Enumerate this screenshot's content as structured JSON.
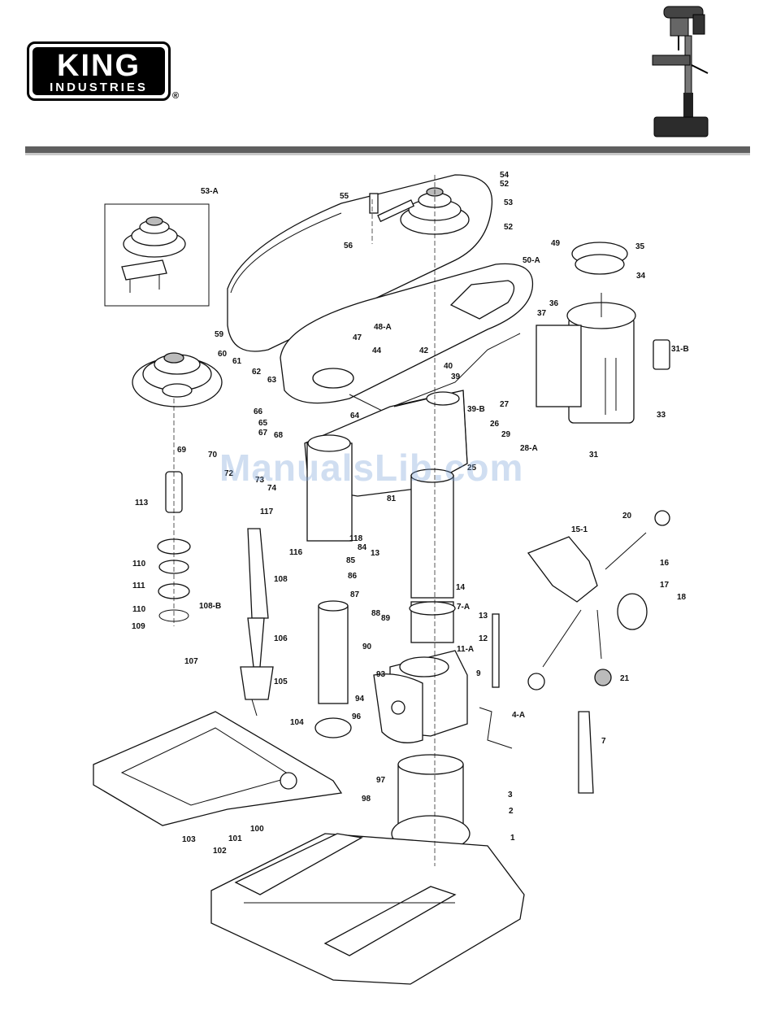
{
  "brand": {
    "name": "KING",
    "sub": "INDUSTRIES",
    "registered": "®"
  },
  "watermark": "ManualsLib.com",
  "callouts": [
    {
      "id": "c53a",
      "text": "53-A"
    },
    {
      "id": "c55",
      "text": "55"
    },
    {
      "id": "c56",
      "text": "56"
    },
    {
      "id": "c54",
      "text": "54"
    },
    {
      "id": "c52a",
      "text": "52"
    },
    {
      "id": "c53",
      "text": "53"
    },
    {
      "id": "c52b",
      "text": "52"
    },
    {
      "id": "c50a",
      "text": "50-A"
    },
    {
      "id": "c49",
      "text": "49"
    },
    {
      "id": "c35",
      "text": "35"
    },
    {
      "id": "c34",
      "text": "34"
    },
    {
      "id": "c48a",
      "text": "48-A"
    },
    {
      "id": "c37",
      "text": "37"
    },
    {
      "id": "c36",
      "text": "36"
    },
    {
      "id": "c59",
      "text": "59"
    },
    {
      "id": "c60",
      "text": "60"
    },
    {
      "id": "c61",
      "text": "61"
    },
    {
      "id": "c47",
      "text": "47"
    },
    {
      "id": "c44",
      "text": "44"
    },
    {
      "id": "c42",
      "text": "42"
    },
    {
      "id": "c40",
      "text": "40"
    },
    {
      "id": "c31b",
      "text": "31-B"
    },
    {
      "id": "c62",
      "text": "62"
    },
    {
      "id": "c63",
      "text": "63"
    },
    {
      "id": "c39",
      "text": "39"
    },
    {
      "id": "c39b",
      "text": "39-B"
    },
    {
      "id": "c27",
      "text": "27"
    },
    {
      "id": "c33",
      "text": "33"
    },
    {
      "id": "c66",
      "text": "66"
    },
    {
      "id": "c65",
      "text": "65"
    },
    {
      "id": "c67",
      "text": "67"
    },
    {
      "id": "c64",
      "text": "64"
    },
    {
      "id": "c68",
      "text": "68"
    },
    {
      "id": "c26",
      "text": "26"
    },
    {
      "id": "c29",
      "text": "29"
    },
    {
      "id": "c69",
      "text": "69"
    },
    {
      "id": "c70",
      "text": "70"
    },
    {
      "id": "c28a",
      "text": "28-A"
    },
    {
      "id": "c31",
      "text": "31"
    },
    {
      "id": "c72",
      "text": "72"
    },
    {
      "id": "c73",
      "text": "73"
    },
    {
      "id": "c74",
      "text": "74"
    },
    {
      "id": "c25",
      "text": "25"
    },
    {
      "id": "c113",
      "text": "113"
    },
    {
      "id": "c81",
      "text": "81"
    },
    {
      "id": "c117",
      "text": "117"
    },
    {
      "id": "c20",
      "text": "20"
    },
    {
      "id": "c151",
      "text": "15-1"
    },
    {
      "id": "c118",
      "text": "118"
    },
    {
      "id": "c84",
      "text": "84"
    },
    {
      "id": "c116",
      "text": "116"
    },
    {
      "id": "c13a",
      "text": "13"
    },
    {
      "id": "c85",
      "text": "85"
    },
    {
      "id": "c16",
      "text": "16"
    },
    {
      "id": "c110a",
      "text": "110"
    },
    {
      "id": "c108",
      "text": "108"
    },
    {
      "id": "c86",
      "text": "86"
    },
    {
      "id": "c17",
      "text": "17"
    },
    {
      "id": "c18",
      "text": "18"
    },
    {
      "id": "c111",
      "text": "111"
    },
    {
      "id": "c108b",
      "text": "108-B"
    },
    {
      "id": "c87",
      "text": "87"
    },
    {
      "id": "c14",
      "text": "14"
    },
    {
      "id": "c110b",
      "text": "110"
    },
    {
      "id": "c7a",
      "text": "7-A"
    },
    {
      "id": "c88",
      "text": "88"
    },
    {
      "id": "c13b",
      "text": "13"
    },
    {
      "id": "c89",
      "text": "89"
    },
    {
      "id": "c109",
      "text": "109"
    },
    {
      "id": "c106",
      "text": "106"
    },
    {
      "id": "c12",
      "text": "12"
    },
    {
      "id": "c90",
      "text": "90"
    },
    {
      "id": "c11a",
      "text": "11-A"
    },
    {
      "id": "c107",
      "text": "107"
    },
    {
      "id": "c93",
      "text": "93"
    },
    {
      "id": "c105",
      "text": "105"
    },
    {
      "id": "c9",
      "text": "9"
    },
    {
      "id": "c21",
      "text": "21"
    },
    {
      "id": "c94",
      "text": "94"
    },
    {
      "id": "c4a",
      "text": "4-A"
    },
    {
      "id": "c104",
      "text": "104"
    },
    {
      "id": "c96",
      "text": "96"
    },
    {
      "id": "c7",
      "text": "7"
    },
    {
      "id": "c97",
      "text": "97"
    },
    {
      "id": "c3",
      "text": "3"
    },
    {
      "id": "c98",
      "text": "98"
    },
    {
      "id": "c2",
      "text": "2"
    },
    {
      "id": "c103",
      "text": "103"
    },
    {
      "id": "c101",
      "text": "101"
    },
    {
      "id": "c100",
      "text": "100"
    },
    {
      "id": "c1",
      "text": "1"
    },
    {
      "id": "c102",
      "text": "102"
    }
  ]
}
